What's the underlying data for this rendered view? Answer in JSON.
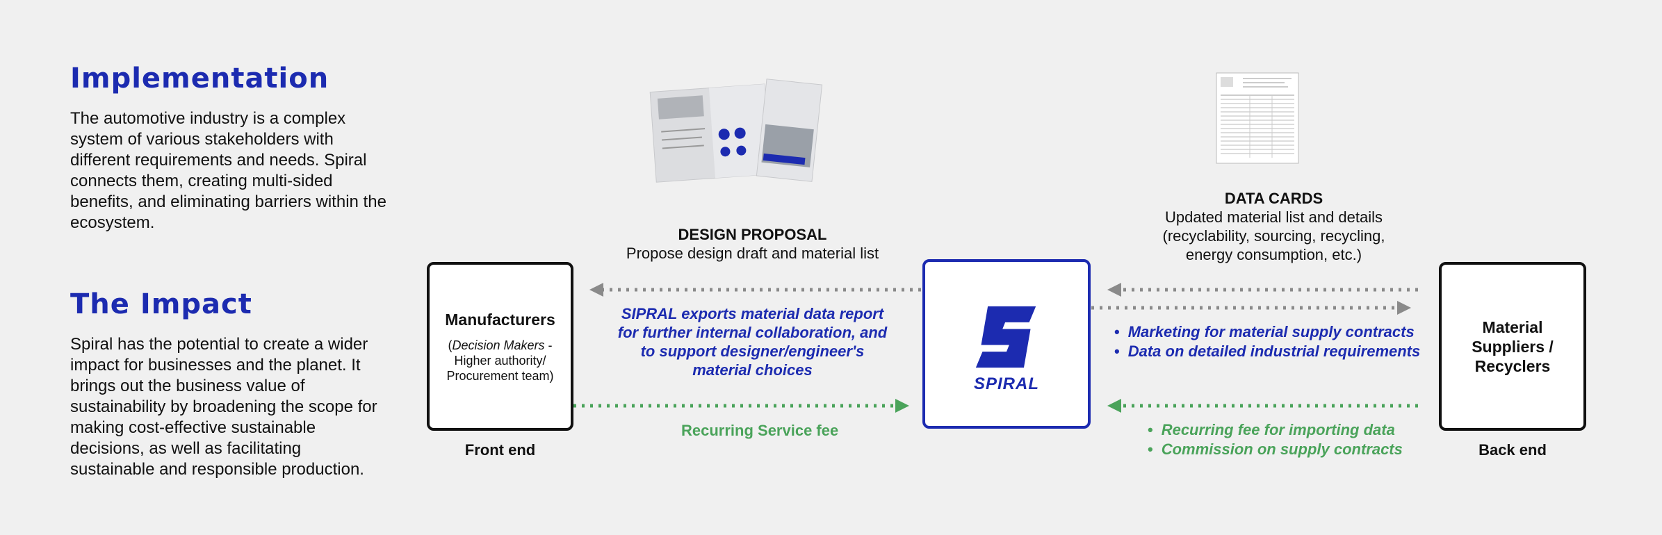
{
  "implementation": {
    "title": "Implementation",
    "body": "The automotive industry is a complex system of various stakeholders with different requirements and needs. Spiral connects them, creating multi-sided benefits, and eliminating barriers within the ecosystem."
  },
  "impact": {
    "title": "The Impact",
    "body": "Spiral has the potential to create a wider impact for businesses and the planet. It brings out the business value of sustainability by broadening the scope for making cost-effective sustainable decisions, as well as facilitating sustainable and responsible production."
  },
  "manufacturers": {
    "title": "Manufacturers",
    "sub_italic": "Decision Makers",
    "sub_rest": " - Higher authority/ Procurement team)",
    "sub_open": "(",
    "label": "Front end"
  },
  "spiral": {
    "brand": "SPIRAL"
  },
  "suppliers": {
    "title": "Material Suppliers / Recyclers",
    "label": "Back end"
  },
  "design_proposal": {
    "title": "DESIGN PROPOSAL",
    "desc": "Propose design draft and material list"
  },
  "data_cards": {
    "title": "DATA CARDS",
    "desc": "Updated material list and details (recyclability, sourcing, recycling, energy consumption, etc.)"
  },
  "notes": {
    "export": "SIPRAL exports material data report for further internal collaboration, and to support designer/engineer's material choices",
    "service_fee": "Recurring Service fee",
    "supplier_benefits": [
      "Marketing for material supply contracts",
      "Data on detailed industrial requirements"
    ],
    "supplier_fees": [
      "Recurring fee for importing data",
      "Commission on supply contracts"
    ]
  },
  "colors": {
    "brand_blue": "#1c2bb0",
    "green": "#4aa35a",
    "gray_arrow": "#8a8a8a"
  }
}
